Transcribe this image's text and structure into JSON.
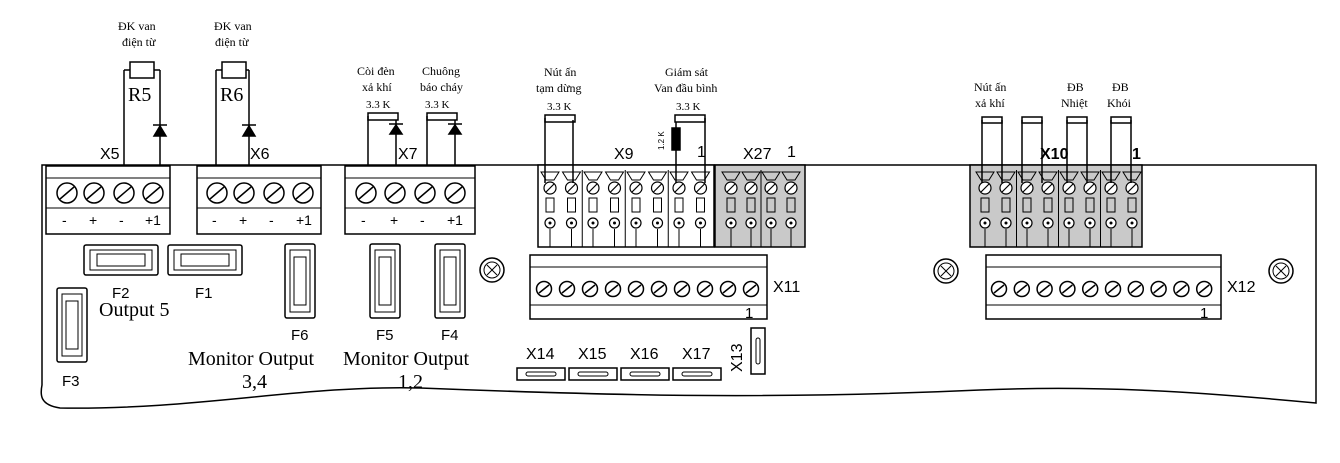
{
  "top_labels": {
    "r5_caption": [
      "ĐK van",
      "điện từ"
    ],
    "r6_caption": [
      "ĐK van",
      "điện từ"
    ],
    "x7_caption": [
      "Còi đèn",
      "xả khí"
    ],
    "x7b_caption": [
      "Chuông",
      "báo cháy"
    ],
    "x9_caption": [
      "Nút ấn",
      "tạm dừng"
    ],
    "x9b_caption": [
      "Giám sát",
      "Van đầu bình"
    ],
    "x10_caption": [
      "Nút ấn",
      "xả khí"
    ],
    "x10b_caption": [
      "ĐB",
      "Nhiệt"
    ],
    "x10c_caption": [
      "ĐB",
      "Khói"
    ]
  },
  "resistors": {
    "r5": "R5",
    "r6": "R6",
    "r_33k": "3.3 K",
    "r_12k": "1.2 K"
  },
  "connectors": {
    "x5": "X5",
    "x6": "X6",
    "x7": "X7",
    "x9": "X9",
    "x27": "X27",
    "x10": "X10",
    "x11": "X11",
    "x12": "X12",
    "x13": "X13",
    "x14": "X14",
    "x15": "X15",
    "x16": "X16",
    "x17": "X17",
    "pin_one": "1"
  },
  "polarity": [
    "-",
    "+",
    "-",
    "+1"
  ],
  "fuses": {
    "f1": "F1",
    "f2": "F2",
    "f3": "F3",
    "f4": "F4",
    "f5": "F5",
    "f6": "F6"
  },
  "outputs": {
    "output5": "Output 5",
    "monitor34_a": "Monitor Output",
    "monitor34_b": "3,4",
    "monitor12_a": "Monitor Output",
    "monitor12_b": "1,2"
  }
}
